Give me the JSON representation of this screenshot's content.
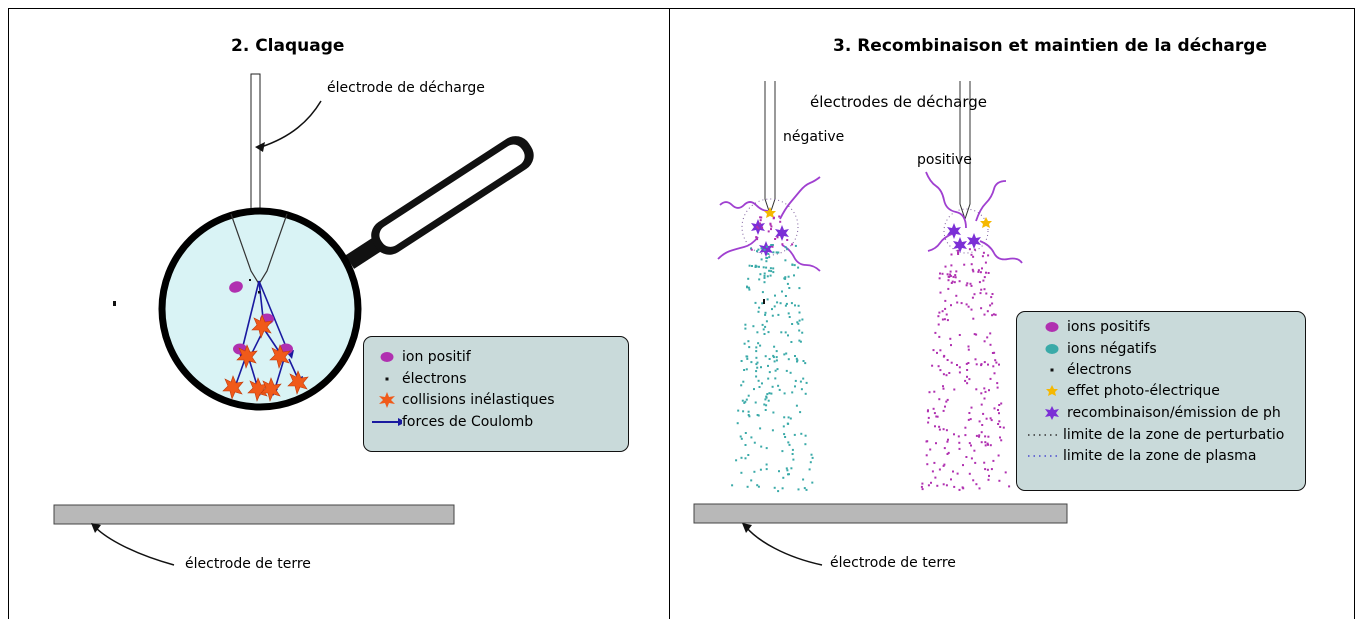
{
  "left": {
    "title": "2. Claquage",
    "electrode_label": "électrode de décharge",
    "ground_label": "électrode de terre",
    "legend": [
      {
        "symbol": "ion-icon",
        "label": "ion positif"
      },
      {
        "symbol": "electron-icon",
        "label": "électrons"
      },
      {
        "symbol": "collision-star-icon",
        "label": "collisions inélastiques"
      },
      {
        "symbol": "arrow-icon",
        "label": "forces de Coulomb"
      }
    ]
  },
  "right": {
    "title": "3. Recombinaison et maintien de la décharge",
    "electrodes_label": "électrodes de décharge",
    "negative_label": "négative",
    "positive_label": "positive",
    "ground_label": "électrode de terre",
    "legend": [
      {
        "symbol": "ion-icon",
        "label": "ions positifs"
      },
      {
        "symbol": "negative-ion-icon",
        "label": "ions négatifs"
      },
      {
        "symbol": "electron-icon",
        "label": "électrons"
      },
      {
        "symbol": "photo-star-icon",
        "label": "effet photo-électrique"
      },
      {
        "symbol": "recombination-star-icon",
        "label": "recombinaison/émission de ph"
      },
      {
        "symbol": "dotted-line-dark-icon",
        "label": "limite de la zone de perturbatio"
      },
      {
        "symbol": "dotted-line-blue-icon",
        "label": "limite de la zone de plasma"
      }
    ]
  },
  "colors": {
    "legend_bg": "#c9dada",
    "lens_fill": "#d9f3f5",
    "ion_positive": "#b030b0",
    "ion_negative": "#3aaaa8",
    "collision": "#f05a1a",
    "coulomb_arrow": "#1a1aa0",
    "photo": "#f5b800",
    "recombination": "#7b2fd6",
    "electrode_plate": "#b8b8b8",
    "wave": "#a040d0"
  }
}
